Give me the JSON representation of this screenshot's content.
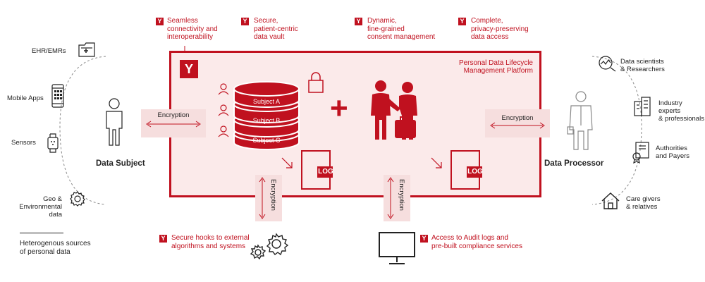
{
  "features": {
    "f1": {
      "line1": "Seamless",
      "line2": "connectivity and",
      "line3": "interoperability"
    },
    "f2": {
      "line1": "Secure,",
      "line2": "patient-centric",
      "line3": "data vault"
    },
    "f3": {
      "line1": "Dynamic,",
      "line2": "fine-grained",
      "line3": "consent management"
    },
    "f4": {
      "line1": "Complete,",
      "line2": "privacy-preserving",
      "line3": "data access"
    },
    "f5": {
      "line1": "Secure hooks to external",
      "line2": "algorithms and systems"
    },
    "f6": {
      "line1": "Access to Audit logs and",
      "line2": "pre-built  compliance services"
    }
  },
  "badge_letter": "Y",
  "platform": {
    "title_line1": "Personal Data Lifecycle",
    "title_line2": "Management Platform",
    "logo_letter": "Y"
  },
  "database": {
    "subjects": [
      "Subject A",
      "Subject B",
      "Subject C"
    ]
  },
  "plus_sign": "+",
  "log_label": "LOG",
  "encryption_label": "Encryption",
  "data_subject": {
    "label": "Data Subject"
  },
  "data_processor": {
    "label": "Data Processor"
  },
  "sources": {
    "ehr": "EHR/EMRs",
    "mobile": "Mobile Apps",
    "sensors": "Sensors",
    "geo_line1": "Geo & Environmental",
    "geo_line2": "data",
    "legend_line1": "Heterogenous sources",
    "legend_line2": "of personal data"
  },
  "processors": {
    "scientists_line1": "Data scientists",
    "scientists_line2": "& Researchers",
    "industry_line1": "Industry experts",
    "industry_line2": "& professionals",
    "authorities_line1": "Authorities",
    "authorities_line2": "and Payers",
    "care_line1": "Care givers",
    "care_line2": "& relatives"
  },
  "colors": {
    "accent": "#c0111f",
    "panel": "#fbeaea",
    "encryption_band": "#f6dede"
  }
}
